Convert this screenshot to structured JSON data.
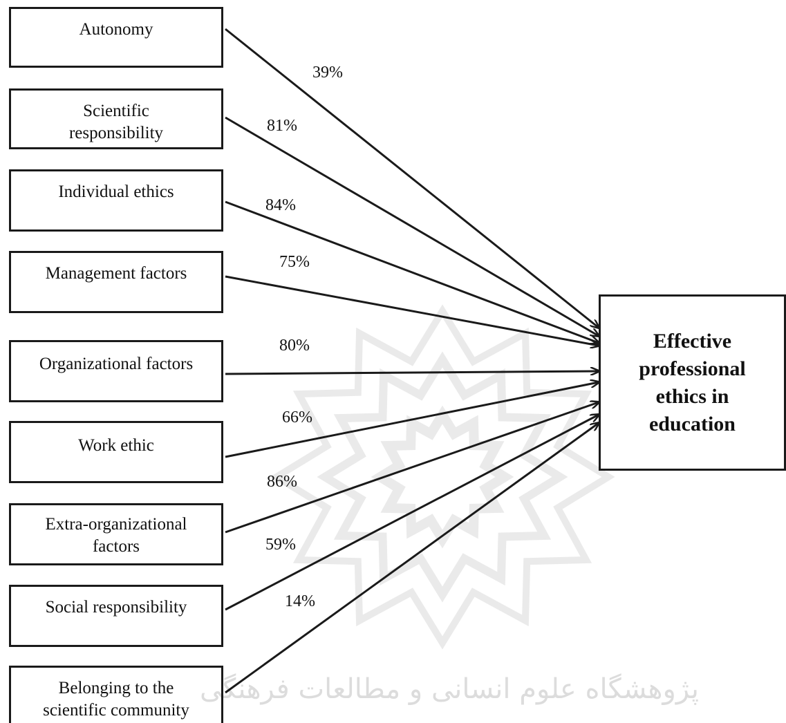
{
  "factors": [
    {
      "id": "autonomy",
      "label": "Autonomy",
      "percent": "39%"
    },
    {
      "id": "scientific-responsibility",
      "label": "Scientific responsibility",
      "percent": "81%"
    },
    {
      "id": "individual-ethics",
      "label": "Individual ethics",
      "percent": "84%"
    },
    {
      "id": "management-factors",
      "label": "Management factors",
      "percent": "75%"
    },
    {
      "id": "organizational-factors",
      "label": "Organizational factors",
      "percent": "80%"
    },
    {
      "id": "work-ethic",
      "label": "Work ethic",
      "percent": "66%"
    },
    {
      "id": "extra-organizational-factors",
      "label": "Extra-organizational factors",
      "percent": "86%"
    },
    {
      "id": "social-responsibility",
      "label": "Social responsibility",
      "percent": "59%"
    },
    {
      "id": "belonging-scientific-community",
      "label": "Belonging to the scientific community",
      "percent": "14%"
    }
  ],
  "target": {
    "label": "Effective professional ethics in education"
  },
  "watermark": {
    "text": "پژوهشگاه علوم انسانی و مطالعات فرهنگی"
  },
  "colors": {
    "line": "#1a1a1a",
    "watermark": "#d9d9d9"
  }
}
